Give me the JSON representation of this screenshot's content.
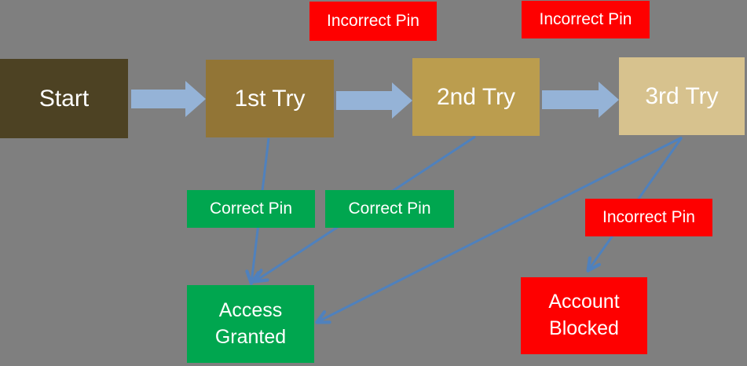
{
  "diagram": {
    "type": "flowchart",
    "background_color": "#7f7f7f",
    "text_color": "#ffffff",
    "flow_arrow_color": "#95b3d7",
    "connector_line_color": "#4f81bd",
    "nodes": {
      "start": {
        "label": "Start",
        "color": "#4d4223"
      },
      "try1": {
        "label": "1st Try",
        "color": "#927536"
      },
      "try2": {
        "label": "2nd Try",
        "color": "#bb9d4e"
      },
      "try3": {
        "label": "3rd Try",
        "color": "#d7c28e"
      },
      "access_granted": {
        "label": "Access Granted",
        "color": "#00a64f"
      },
      "account_blocked": {
        "label": "Account Blocked",
        "color": "#fe0000"
      }
    },
    "edge_labels": {
      "incorrect_pin_1": {
        "text": "Incorrect Pin",
        "color": "#fe0000"
      },
      "incorrect_pin_2": {
        "text": "Incorrect Pin",
        "color": "#fe0000"
      },
      "correct_pin_1": {
        "text": "Correct Pin",
        "color": "#00a64f"
      },
      "correct_pin_2": {
        "text": "Correct Pin",
        "color": "#00a64f"
      },
      "incorrect_pin_3": {
        "text": "Incorrect Pin",
        "color": "#fe0000"
      }
    },
    "edges": [
      {
        "from": "Start",
        "to": "1st Try",
        "style": "thick-block-arrow"
      },
      {
        "from": "1st Try",
        "to": "2nd Try",
        "style": "thick-block-arrow",
        "label": "Incorrect Pin"
      },
      {
        "from": "2nd Try",
        "to": "3rd Try",
        "style": "thick-block-arrow",
        "label": "Incorrect Pin"
      },
      {
        "from": "1st Try",
        "to": "Access Granted",
        "style": "thin-line-arrow",
        "label": "Correct Pin"
      },
      {
        "from": "2nd Try",
        "to": "Access Granted",
        "style": "thin-line-arrow",
        "label": "Correct Pin"
      },
      {
        "from": "3rd Try",
        "to": "Access Granted",
        "style": "thin-line-arrow"
      },
      {
        "from": "3rd Try",
        "to": "Account Blocked",
        "style": "thin-line-arrow",
        "label": "Incorrect Pin"
      }
    ]
  }
}
